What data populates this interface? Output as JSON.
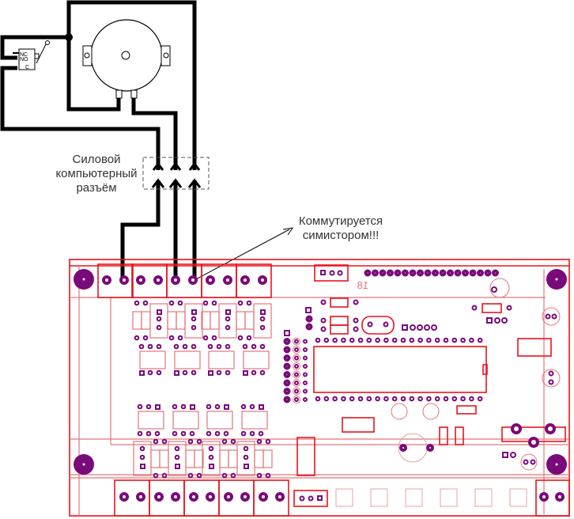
{
  "diagram": {
    "title": "Wiring of motor and microswitch via power computer connector to triac-switched PCB",
    "labels": {
      "connector_label": [
        "Силовой",
        "компьютерный",
        "разъём"
      ],
      "triac_note": [
        "Коммутируется",
        "симистором!!!"
      ],
      "switch_nc": "NC",
      "switch_no": "NO",
      "switch_c": "C",
      "silk_marker": "18"
    },
    "components": {
      "motor": "synchronous-motor",
      "switch": "microswitch",
      "connector": "power-computer-connector",
      "board": "control-pcb"
    },
    "colors": {
      "wire": "#000000",
      "pcb_outline": "#e8141c",
      "pcb_silk": "#e4767a",
      "pad": "#7a0a7a",
      "text": "#333333"
    }
  }
}
